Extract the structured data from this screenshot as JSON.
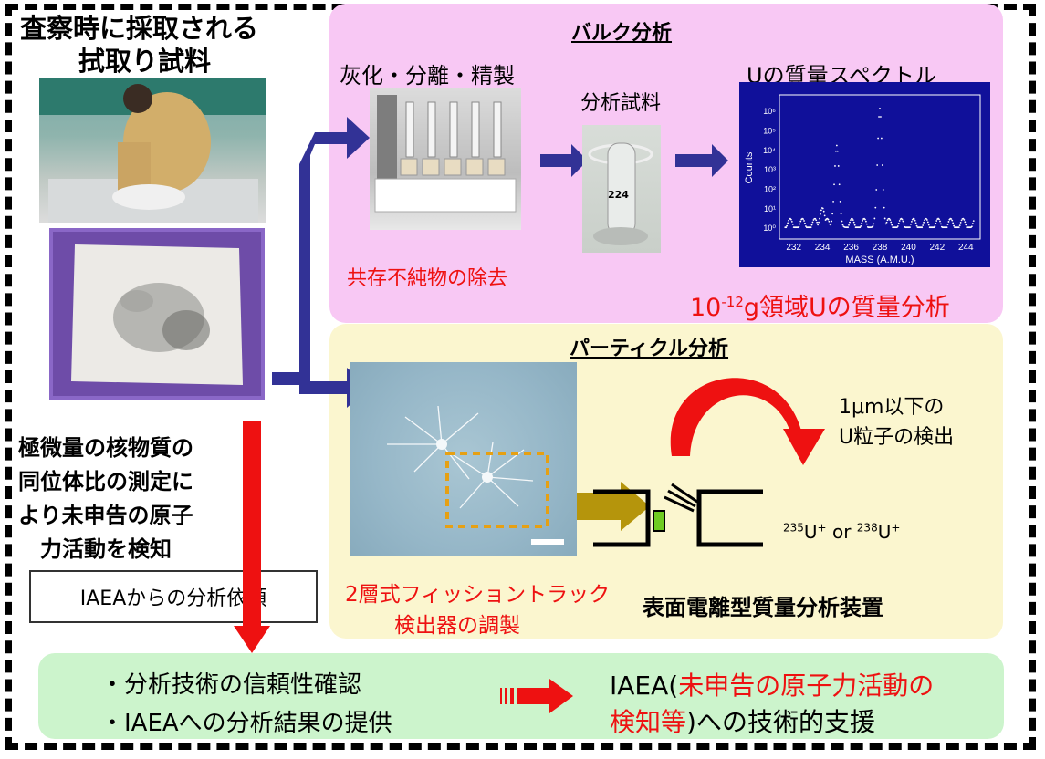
{
  "left": {
    "title_line1": "査察時に採取される",
    "title_line2": "拭取り試料",
    "desc_lines": [
      "極微量の核物質の",
      "同位体比の測定に",
      "より未申告の原子",
      "力活動を検知"
    ],
    "request_box": "IAEAからの分析依頼"
  },
  "bulk": {
    "title": "バルク分析",
    "step1": "灰化・分離・精製",
    "step2": "分析試料",
    "step3": "Uの質量スペクトル",
    "impurity": "共存不純物の除去",
    "result_prefix": "10",
    "result_sup": "-12",
    "result_suffix": "g領域Uの質量分析",
    "sample_label": "224"
  },
  "spectrum": {
    "ylabel": "Counts",
    "xlabel": "MASS (A.M.U.)",
    "x_ticks": [
      "232",
      "234",
      "236",
      "238",
      "240",
      "242",
      "244"
    ],
    "y_ticks": [
      "10⁶",
      "10⁵",
      "10⁴",
      "10³",
      "10²",
      "10¹",
      "10⁰"
    ],
    "peaks": [
      {
        "mass": 234,
        "log_counts": 1.0
      },
      {
        "mass": 235,
        "log_counts": 4.2
      },
      {
        "mass": 238,
        "log_counts": 6.1
      }
    ]
  },
  "particle": {
    "title": "パーティクル分析",
    "particle_note_line1": "1μm以下の",
    "particle_note_line2": "U粒子の検出",
    "ion_a_sup": "235",
    "ion_a": "U",
    "ion_b_sup": "238",
    "ion_b": "U",
    "ion_plus": "+",
    "ion_or": " or ",
    "detector_line1": "2層式フィッショントラック",
    "detector_line2": "検出器の調製",
    "instrument": "表面電離型質量分析装置"
  },
  "bottom": {
    "item1": "・分析技術の信頼性確認",
    "item2": "・IAEAへの分析結果の提供",
    "support_a": "IAEA(",
    "support_red1": "未申告の原子力活動の",
    "support_red2": "検知等",
    "support_b": ")への技術的支援"
  },
  "colors": {
    "arrow_blue": "#323296",
    "arrow_red": "#ee1111",
    "bulk_panel": "#f8c8f4",
    "particle_panel": "#fbf6cf",
    "bottom_panel": "#ccf4cc",
    "spectrum_bg": "#10109a"
  }
}
